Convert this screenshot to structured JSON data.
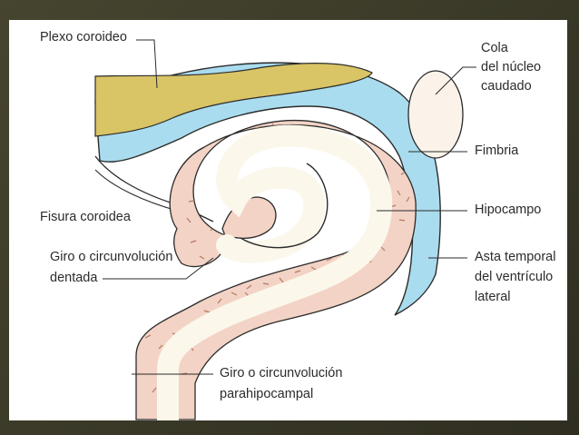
{
  "labels": {
    "plexo": "Plexo coroideo",
    "cola_1": "Cola",
    "cola_2": "del núcleo",
    "cola_3": "caudado",
    "fimbria": "Fimbria",
    "fisura": "Fisura coroidea",
    "hipocampo": "Hipocampo",
    "giro_dentado_1": "Giro o circunvolución",
    "giro_dentado_2": "dentada",
    "asta_1": "Asta temporal",
    "asta_2": "del ventrículo",
    "asta_3": "lateral",
    "giro_para_1": "Giro o circunvolución",
    "giro_para_2": "parahipocampal"
  },
  "colors": {
    "ventricle": "#a9dcee",
    "plexus": "#d9c466",
    "gray_matter": "#f2d3c5",
    "white_matter": "#fbf7ea",
    "cell_marks": "#b27964",
    "outline": "#2b2b2b",
    "frame": "#3b3a2a"
  }
}
